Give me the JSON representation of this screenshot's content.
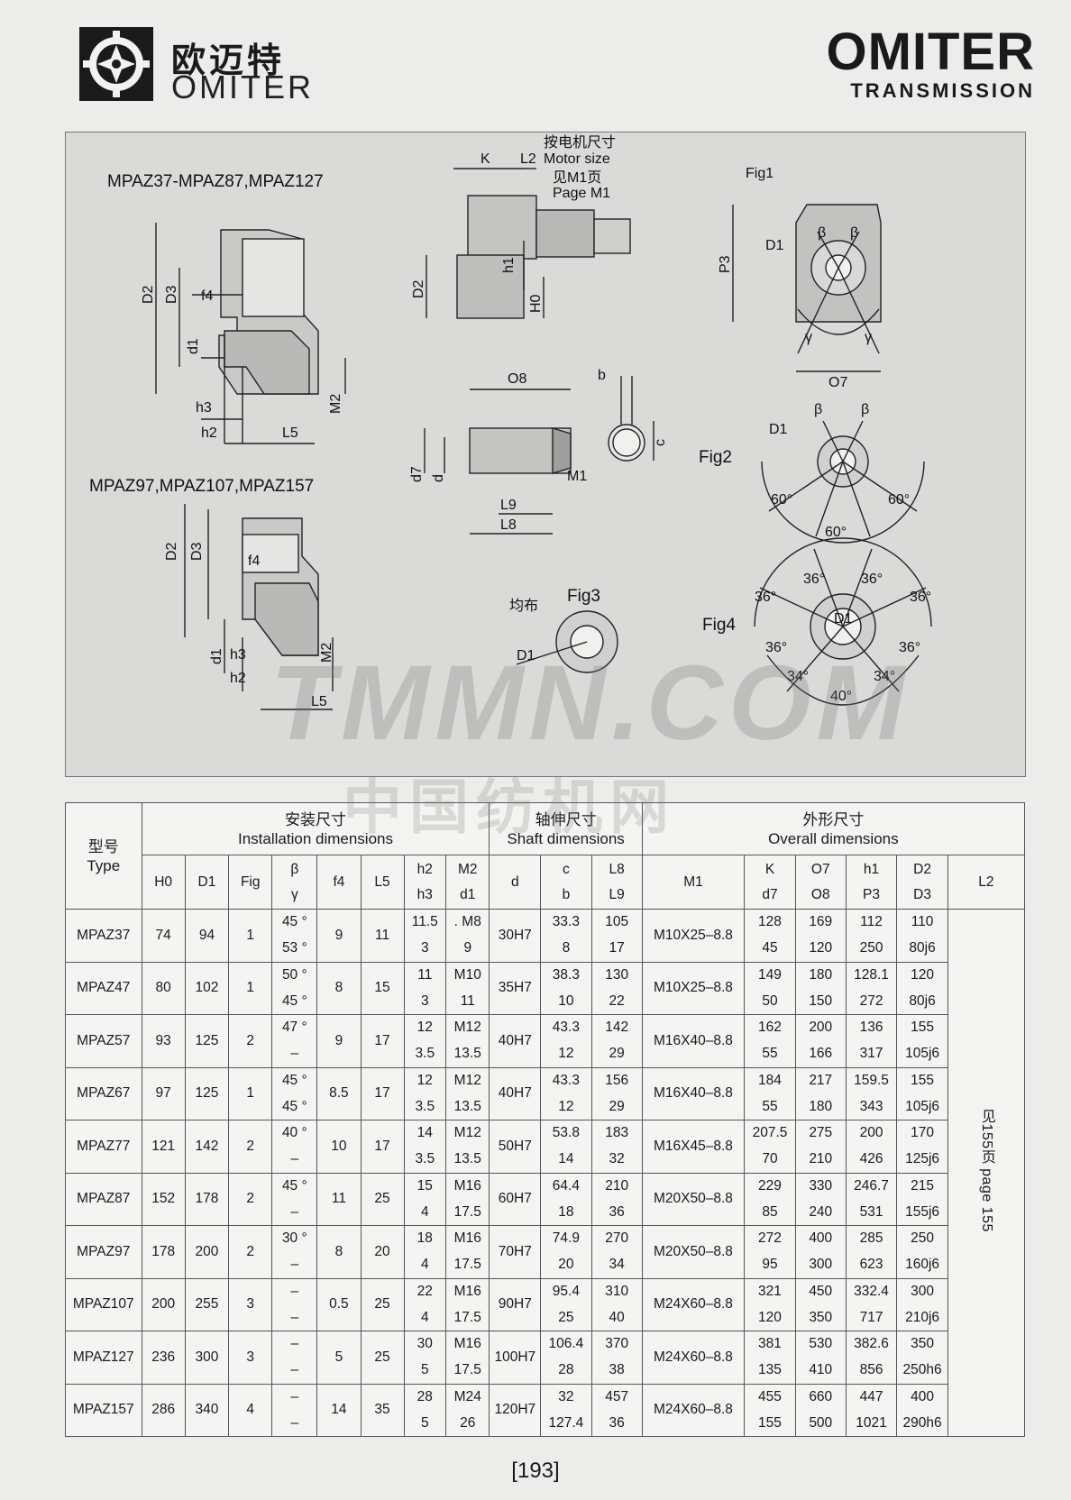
{
  "header": {
    "brand_cn": "欧迈特",
    "brand_en": "OMITER",
    "right_big": "OMITER",
    "right_small": "TRANSMISSION"
  },
  "drawing": {
    "title_a": "MPAZ37-MPAZ87,MPAZ127",
    "title_b": "MPAZ97,MPAZ107,MPAZ157",
    "motor_cn": "按电机尺寸",
    "motor_en": "Motor size",
    "page_cn": "见M1页",
    "page_en": "Page M1",
    "uniform_cn": "均布",
    "fig1": "Fig1",
    "fig2": "Fig2",
    "fig3": "Fig3",
    "fig4": "Fig4",
    "labels": {
      "K": "K",
      "L2": "L2",
      "h1": "h1",
      "D2": "D2",
      "H0": "H0",
      "D3": "D3",
      "f4": "f4",
      "d1": "d1",
      "h3": "h3",
      "h2": "h2",
      "L5": "L5",
      "M2": "M2",
      "O8": "O8",
      "b": "b",
      "c": "c",
      "d7": "d7",
      "d": "d",
      "M1": "M1",
      "L9": "L9",
      "L8": "L8",
      "P3": "P3",
      "D1": "D1",
      "beta": "β",
      "gamma": "γ",
      "O7": "O7",
      "a60": "60°",
      "a36": "36°",
      "a34": "34°",
      "a40": "40°"
    }
  },
  "table": {
    "type_cn": "型号",
    "type_en": "Type",
    "inst_cn": "安装尺寸",
    "inst_en": "Installation dimensions",
    "shaft_cn": "轴伸尺寸",
    "shaft_en": "Shaft dimensions",
    "overall_cn": "外形尺寸",
    "overall_en": "Overall dimensions",
    "cols": {
      "H0": "H0",
      "D1": "D1",
      "Fig": "Fig",
      "beta": "β",
      "gamma": "γ",
      "f4": "f4",
      "L5": "L5",
      "h2": "h2",
      "h3": "h3",
      "M2": "M2",
      "d1": "d1",
      "d": "d",
      "c": "c",
      "b": "b",
      "L8": "L8",
      "L9": "L9",
      "M1": "M1",
      "K": "K",
      "d7": "d7",
      "O7": "O7",
      "O8": "O8",
      "h1": "h1",
      "P3": "P3",
      "D2": "D2",
      "D3": "D3",
      "L2": "L2"
    },
    "l2_note": "见155页 page 155",
    "rows": [
      {
        "type": "MPAZ37",
        "H0": "74",
        "D1": "94",
        "Fig": "1",
        "beta": "45 °",
        "gamma": "53 °",
        "f4": "9",
        "L5": "11",
        "h2": "11.5",
        "h3": "3",
        "M2": ". M8",
        "d1": "9",
        "d": "30H7",
        "c": "33.3",
        "b": "8",
        "L8": "105",
        "L9": "17",
        "M1": "M10X25–8.8",
        "K": "128",
        "d7": "45",
        "O7": "169",
        "O8": "120",
        "h1": "112",
        "P3": "250",
        "D2": "110",
        "D3": "80j6"
      },
      {
        "type": "MPAZ47",
        "H0": "80",
        "D1": "102",
        "Fig": "1",
        "beta": "50 °",
        "gamma": "45 °",
        "f4": "8",
        "L5": "15",
        "h2": "11",
        "h3": "3",
        "M2": "M10",
        "d1": "11",
        "d": "35H7",
        "c": "38.3",
        "b": "10",
        "L8": "130",
        "L9": "22",
        "M1": "M10X25–8.8",
        "K": "149",
        "d7": "50",
        "O7": "180",
        "O8": "150",
        "h1": "128.1",
        "P3": "272",
        "D2": "120",
        "D3": "80j6"
      },
      {
        "type": "MPAZ57",
        "H0": "93",
        "D1": "125",
        "Fig": "2",
        "beta": "47 °",
        "gamma": "–",
        "f4": "9",
        "L5": "17",
        "h2": "12",
        "h3": "3.5",
        "M2": "M12",
        "d1": "13.5",
        "d": "40H7",
        "c": "43.3",
        "b": "12",
        "L8": "142",
        "L9": "29",
        "M1": "M16X40–8.8",
        "K": "162",
        "d7": "55",
        "O7": "200",
        "O8": "166",
        "h1": "136",
        "P3": "317",
        "D2": "155",
        "D3": "105j6"
      },
      {
        "type": "MPAZ67",
        "H0": "97",
        "D1": "125",
        "Fig": "1",
        "beta": "45 °",
        "gamma": "45 °",
        "f4": "8.5",
        "L5": "17",
        "h2": "12",
        "h3": "3.5",
        "M2": "M12",
        "d1": "13.5",
        "d": "40H7",
        "c": "43.3",
        "b": "12",
        "L8": "156",
        "L9": "29",
        "M1": "M16X40–8.8",
        "K": "184",
        "d7": "55",
        "O7": "217",
        "O8": "180",
        "h1": "159.5",
        "P3": "343",
        "D2": "155",
        "D3": "105j6"
      },
      {
        "type": "MPAZ77",
        "H0": "121",
        "D1": "142",
        "Fig": "2",
        "beta": "40 °",
        "gamma": "–",
        "f4": "10",
        "L5": "17",
        "h2": "14",
        "h3": "3.5",
        "M2": "M12",
        "d1": "13.5",
        "d": "50H7",
        "c": "53.8",
        "b": "14",
        "L8": "183",
        "L9": "32",
        "M1": "M16X45–8.8",
        "K": "207.5",
        "d7": "70",
        "O7": "275",
        "O8": "210",
        "h1": "200",
        "P3": "426",
        "D2": "170",
        "D3": "125j6"
      },
      {
        "type": "MPAZ87",
        "H0": "152",
        "D1": "178",
        "Fig": "2",
        "beta": "45 °",
        "gamma": "–",
        "f4": "11",
        "L5": "25",
        "h2": "15",
        "h3": "4",
        "M2": "M16",
        "d1": "17.5",
        "d": "60H7",
        "c": "64.4",
        "b": "18",
        "L8": "210",
        "L9": "36",
        "M1": "M20X50–8.8",
        "K": "229",
        "d7": "85",
        "O7": "330",
        "O8": "240",
        "h1": "246.7",
        "P3": "531",
        "D2": "215",
        "D3": "155j6"
      },
      {
        "type": "MPAZ97",
        "H0": "178",
        "D1": "200",
        "Fig": "2",
        "beta": "30 °",
        "gamma": "–",
        "f4": "8",
        "L5": "20",
        "h2": "18",
        "h3": "4",
        "M2": "M16",
        "d1": "17.5",
        "d": "70H7",
        "c": "74.9",
        "b": "20",
        "L8": "270",
        "L9": "34",
        "M1": "M20X50–8.8",
        "K": "272",
        "d7": "95",
        "O7": "400",
        "O8": "300",
        "h1": "285",
        "P3": "623",
        "D2": "250",
        "D3": "160j6"
      },
      {
        "type": "MPAZ107",
        "H0": "200",
        "D1": "255",
        "Fig": "3",
        "beta": "–",
        "gamma": "–",
        "f4": "0.5",
        "L5": "25",
        "h2": "22",
        "h3": "4",
        "M2": "M16",
        "d1": "17.5",
        "d": "90H7",
        "c": "95.4",
        "b": "25",
        "L8": "310",
        "L9": "40",
        "M1": "M24X60–8.8",
        "K": "321",
        "d7": "120",
        "O7": "450",
        "O8": "350",
        "h1": "332.4",
        "P3": "717",
        "D2": "300",
        "D3": "210j6"
      },
      {
        "type": "MPAZ127",
        "H0": "236",
        "D1": "300",
        "Fig": "3",
        "beta": "–",
        "gamma": "–",
        "f4": "5",
        "L5": "25",
        "h2": "30",
        "h3": "5",
        "M2": "M16",
        "d1": "17.5",
        "d": "100H7",
        "c": "106.4",
        "b": "28",
        "L8": "370",
        "L9": "38",
        "M1": "M24X60–8.8",
        "K": "381",
        "d7": "135",
        "O7": "530",
        "O8": "410",
        "h1": "382.6",
        "P3": "856",
        "D2": "350",
        "D3": "250h6"
      },
      {
        "type": "MPAZ157",
        "H0": "286",
        "D1": "340",
        "Fig": "4",
        "beta": "–",
        "gamma": "–",
        "f4": "14",
        "L5": "35",
        "h2": "28",
        "h3": "5",
        "M2": "M24",
        "d1": "26",
        "d": "120H7",
        "c": "32",
        "b": "127.4",
        "L8": "457",
        "L9": "36",
        "M1": "M24X60–8.8",
        "K": "455",
        "d7": "155",
        "O7": "660",
        "O8": "500",
        "h1": "447",
        "P3": "1021",
        "D2": "400",
        "D3": "290h6"
      }
    ]
  },
  "footer": {
    "page": "[193]"
  },
  "watermark": {
    "main": "TMMN.COM",
    "sub": "中国纺机网"
  }
}
